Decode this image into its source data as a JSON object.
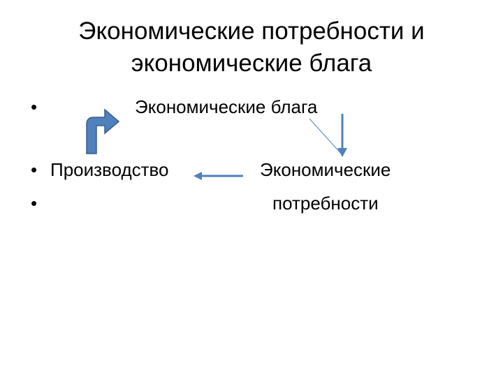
{
  "slide": {
    "title_line1": "Экономические потребности и",
    "title_line2": "экономические блага"
  },
  "bullets": {
    "marker": "•"
  },
  "nodes": {
    "goods": "Экономические блага",
    "production": "Производство",
    "needs_line1": "Экономические",
    "needs_line2": "потребности"
  },
  "colors": {
    "arrow_fill": "#4f81bd",
    "arrow_stroke": "#385d8a",
    "connector": "#4f81bd"
  }
}
